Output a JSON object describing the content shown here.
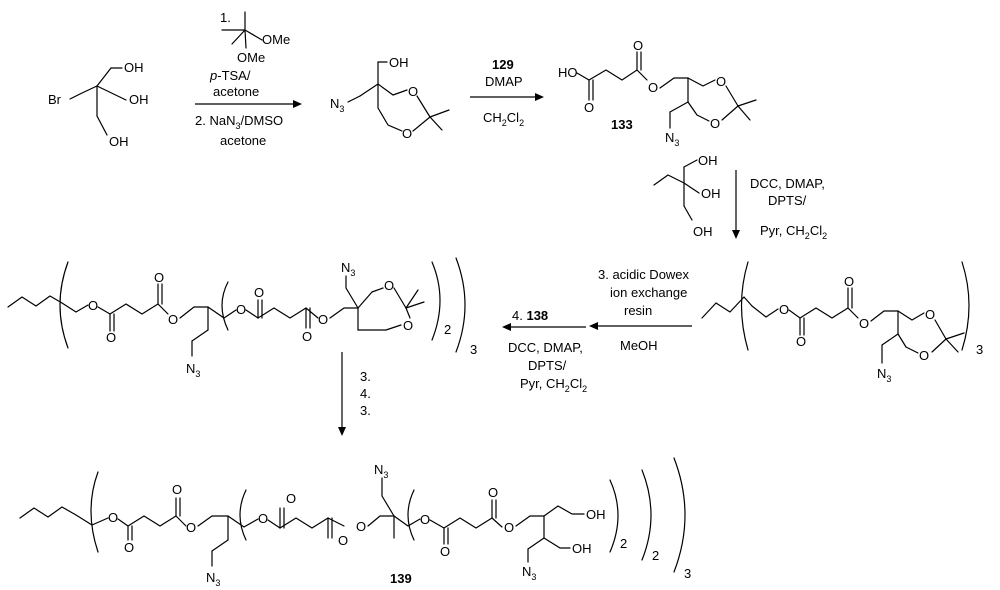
{
  "step1": {
    "line1": "1.",
    "reagent_ome_top": "OMe",
    "reagent_ome_bottom": "OMe",
    "line_ptsa_italic": "p",
    "line_ptsa_rest": "-TSA/",
    "line_acetone": "acetone",
    "line2_pre": "2. NaN",
    "line2_sub": "3",
    "line2_post": "/DMSO",
    "line_acetone2": "acetone"
  },
  "step2": {
    "compound": "129",
    "base": "DMAP",
    "solvent_pre": "CH",
    "solvent_sub1": "2",
    "solvent_mid": "Cl",
    "solvent_sub2": "2"
  },
  "step3": {
    "l1": "DCC, DMAP,",
    "l2": "DPTS/",
    "l3_pre": "Pyr, CH",
    "l3_sub1": "2",
    "l3_mid": "Cl",
    "l3_sub2": "2"
  },
  "step4": {
    "a1": "3. acidic Dowex",
    "a2": "ion exchange",
    "a3": "resin",
    "b_pre": "4. ",
    "b_compound": "138",
    "meoh": "MeOH",
    "c1": "DCC, DMAP,",
    "c2": "DPTS/",
    "c3_pre": "Pyr, CH",
    "c3_sub1": "2",
    "c3_mid": "Cl",
    "c3_sub2": "2"
  },
  "step5": {
    "s1": "3.",
    "s2": "4.",
    "s3": "3."
  },
  "labels": {
    "oh": "OH",
    "br": "Br",
    "o": "O",
    "n": "N",
    "n_sub": "3",
    "ho": "HO",
    "sub2": "2",
    "sub3": "3"
  },
  "compounds": {
    "c133": "133",
    "c139": "139"
  }
}
